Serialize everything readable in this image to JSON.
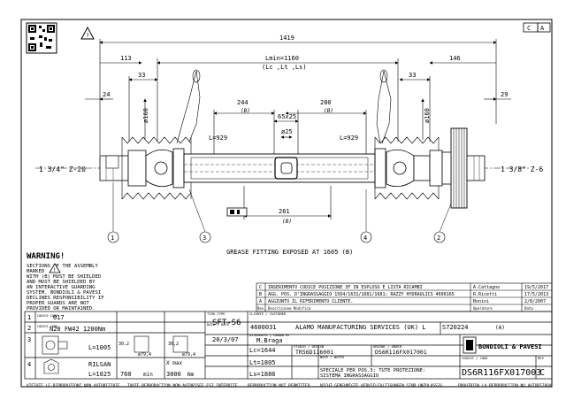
{
  "header": {
    "rev_box": "C",
    "page_box": "A"
  },
  "dims": {
    "overall": "1419",
    "lmin": "Lmin=1160",
    "lmin_sub": "(Lc ,Lt ,Ls)",
    "left_113": "113",
    "right_146": "146",
    "left_33": "33",
    "right_33": "33",
    "left_24": "24",
    "right_29": "29",
    "phi160_l": "ø160",
    "phi160_r": "ø160",
    "d244": "244",
    "d244_b": "(B)",
    "d280": "280",
    "d280_b": "(B)",
    "d65x25": "65x25",
    "phi25": "ø25",
    "l929_l": "L=929",
    "l929_r": "L=929",
    "d261": "261",
    "d261_b": "(B)",
    "spline_l": "1 3/4\" Z-20",
    "spline_r": "1 3/8\" Z-6",
    "clutch": "SFT-S6",
    "grease": "GREASE FITTING EXPOSED AT 1605 (B)"
  },
  "callouts": [
    "1",
    "2",
    "3",
    "4"
  ],
  "warning": {
    "title": "WARNING!",
    "lines": [
      "SECTIONS OF THE ASSEMBLY",
      "MARKED",
      "WITH (B) MUST BE SHIELDED",
      "AND MUST BE SHIELDED BY",
      "AN INTERACTIVE GUARDING",
      "SYSTEM. BONDIOLI & PAVESI",
      "DECLINES RESPONSIBILITY IF",
      "PROPER GUARDS ARE NOT",
      "PROVIDED OR MAINTAINED."
    ]
  },
  "revisions": [
    {
      "rev": "C",
      "desc": "INSERIMENTO CODICE POSIZIONE 3F IN ESPLOSO E LISTA RICAMBI",
      "by": "A.Cattagno",
      "date": "19/5/2017"
    },
    {
      "rev": "B",
      "desc": "AGG. POS. D'INGRASSAGGIO 1564/1631/1681/1681; RAZZY HYDRAULICS 4600165",
      "by": "R.Ricetti",
      "date": "17/5/2013"
    },
    {
      "rev": "A",
      "desc": "AGGIUNTO IL RIFERIMENTO CLIENTE.",
      "by": "Bonini",
      "date": "2/8/2007"
    },
    {
      "rev": "Rev.",
      "desc": "Descrizione Modifica",
      "by": "Operatore",
      "date": "Data"
    }
  ],
  "parts": {
    "p1_label": "CODICE CODE",
    "p1_code": "017",
    "p2_label": "CODICE CODE",
    "p2_val": "N20  FW42 1200Nm",
    "p3_len": "L=1005",
    "p4_name": "RILSAN",
    "p4_len": "L=1025",
    "sx_dim": "30,2",
    "dx_dim": "30,2",
    "sx_phi": "ø79,4",
    "dx_phi": "ø79,4",
    "speed": "760",
    "speed_unit": "min",
    "power": "3000",
    "power_unit": "Nm",
    "max_label": "X max",
    "lc": "Lc=1644",
    "lt": "Lt=1805",
    "ls": "Ls=1886"
  },
  "title_block": {
    "type_label": "TIPO-TYPE",
    "type_val": "SFT-S6",
    "client_label": "CLIENTE / CUSTOMER",
    "client_code": "4600031",
    "client_name": "ALAMO MANUFACTURING SERVICES (UK) L",
    "client_ref": "S720224",
    "client_ref_b": "(A)",
    "date_label": "DATA / DATE",
    "date_val": "20/3/07",
    "drawn_label": "DISEGNATO / DRAWN BY",
    "drawn_val": "M.Braga",
    "stud_label": "STUDIO / DESIGN",
    "stud_val": "TR56D116001",
    "order_label": "ORDINE / ORDER",
    "order_val": "DS6R116FX017001",
    "notes_label": "NOTE / NOTES",
    "notes_l1": "SPECIALE PER POS.3; TUTE PROTEZIONE:",
    "notes_l2": "SISTEMA INGRASSAGGIO",
    "brand": "BONDIOLI & PAVESI",
    "code_label": "CODICE / CODE",
    "code_val": "DS6R116FX017003",
    "rev_label": "REV",
    "rev_val": "C"
  },
  "footer": [
    "VIETATE LE RIPRODUZIONI NON AUTORIZZATE",
    "TOUTE REPRODUCTION NON AUTORISEE EST INTERDITE",
    "REPRODUCTION NOT PERMITTED",
    "NICHT GENEHMIGTE VERVIELFALTIGUNGEN SIND UNZULASSIG",
    "PROHIBIDA LA REPRODUCCION NO AUTORIZADA"
  ]
}
